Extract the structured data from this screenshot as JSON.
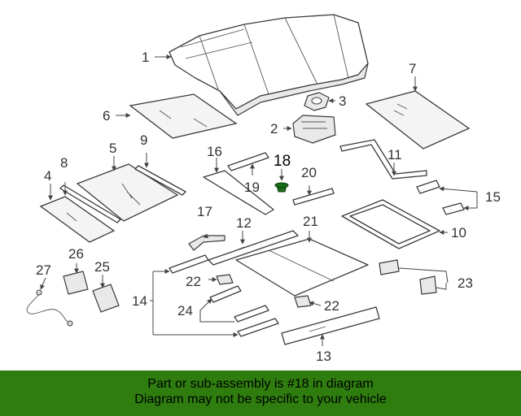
{
  "callouts": {
    "c1": "1",
    "c2": "2",
    "c3": "3",
    "c4": "4",
    "c5": "5",
    "c6": "6",
    "c7": "7",
    "c8": "8",
    "c9": "9",
    "c10": "10",
    "c11": "11",
    "c12": "12",
    "c13": "13",
    "c14": "14",
    "c15": "15",
    "c16": "16",
    "c17": "17",
    "c18": "18",
    "c19": "19",
    "c20": "20",
    "c21": "21",
    "c22a": "22",
    "c22b": "22",
    "c23": "23",
    "c24": "24",
    "c25": "25",
    "c26": "26",
    "c27": "27"
  },
  "highlight": {
    "color": "#1a6b1a"
  },
  "banner": {
    "line1": "Part or sub-assembly is #18 in diagram",
    "line2": "Diagram may not be specific to your vehicle",
    "bg_color": "#2e7d0e"
  }
}
